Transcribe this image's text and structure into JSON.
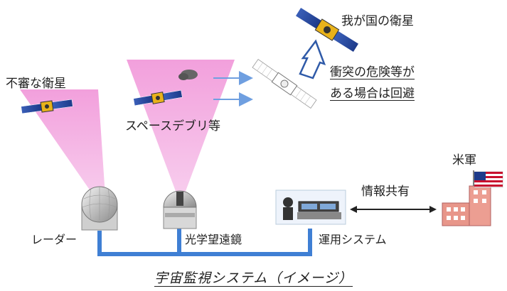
{
  "labels": {
    "our_satellite": "我が国の衛星",
    "suspicious_satellite": "不審な衛星",
    "space_debris": "スペースデブリ等",
    "avoid_line1": "衝突の危険等が",
    "avoid_line2": "ある場合は回避",
    "us_military": "米軍",
    "info_sharing": "情報共有",
    "radar": "レーダー",
    "optical_telescope": "光学望遠鏡",
    "operation_system": "運用システム"
  },
  "caption": "宇宙監視システム（イメージ）",
  "colors": {
    "beam": "#f4b6e4",
    "pipe": "#3f7fd4",
    "arrow": "#6f9fe0",
    "flag_red": "#c8102e",
    "flag_blue": "#1d3a8a",
    "building": "#e8968a"
  }
}
